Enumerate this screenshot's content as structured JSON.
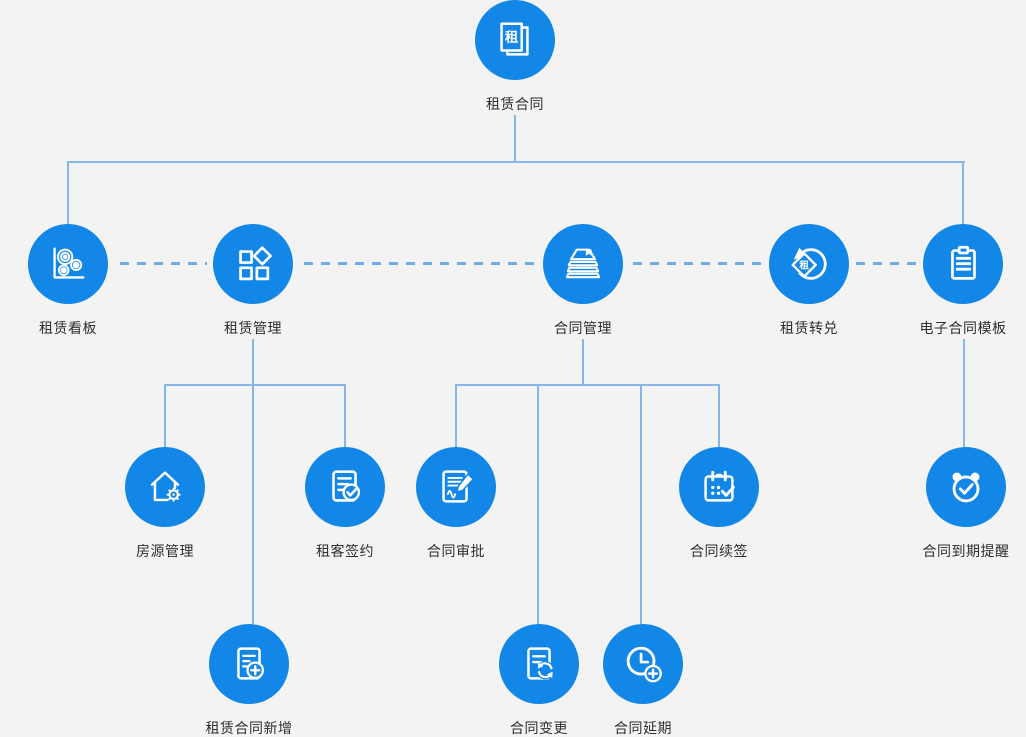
{
  "palette": {
    "background": "#f3f3f3",
    "circle_blue": "#1287e8",
    "line_solid": "#87b7e8",
    "line_dashed": "#6cade8",
    "label_text": "#2e2e2e",
    "icon_stroke": "#ffffff"
  },
  "nodes": {
    "root": {
      "label": "租赁合同",
      "icon": "rental-contract-icon",
      "icon_char": "租"
    },
    "kanban": {
      "label": "租赁看板",
      "icon": "dashboard-chart-icon"
    },
    "rental_mgmt": {
      "label": "租赁管理",
      "icon": "apps-grid-icon"
    },
    "contract_mgmt": {
      "label": "合同管理",
      "icon": "layers-stack-icon"
    },
    "transfer": {
      "label": "租赁转兑",
      "icon": "transfer-cycle-icon",
      "icon_char": "租"
    },
    "template": {
      "label": "电子合同模板",
      "icon": "clipboard-icon"
    },
    "house": {
      "label": "房源管理",
      "icon": "house-gear-icon"
    },
    "tenant_sign": {
      "label": "租客签约",
      "icon": "document-check-icon"
    },
    "approval": {
      "label": "合同审批",
      "icon": "document-sign-icon"
    },
    "renewal": {
      "label": "合同续签",
      "icon": "calendar-check-icon"
    },
    "reminder": {
      "label": "合同到期提醒",
      "icon": "alarm-check-icon"
    },
    "new_contract": {
      "label": "租赁合同新增",
      "icon": "document-plus-icon"
    },
    "change": {
      "label": "合同变更",
      "icon": "document-refresh-icon"
    },
    "extension": {
      "label": "合同延期",
      "icon": "clock-plus-icon"
    }
  }
}
